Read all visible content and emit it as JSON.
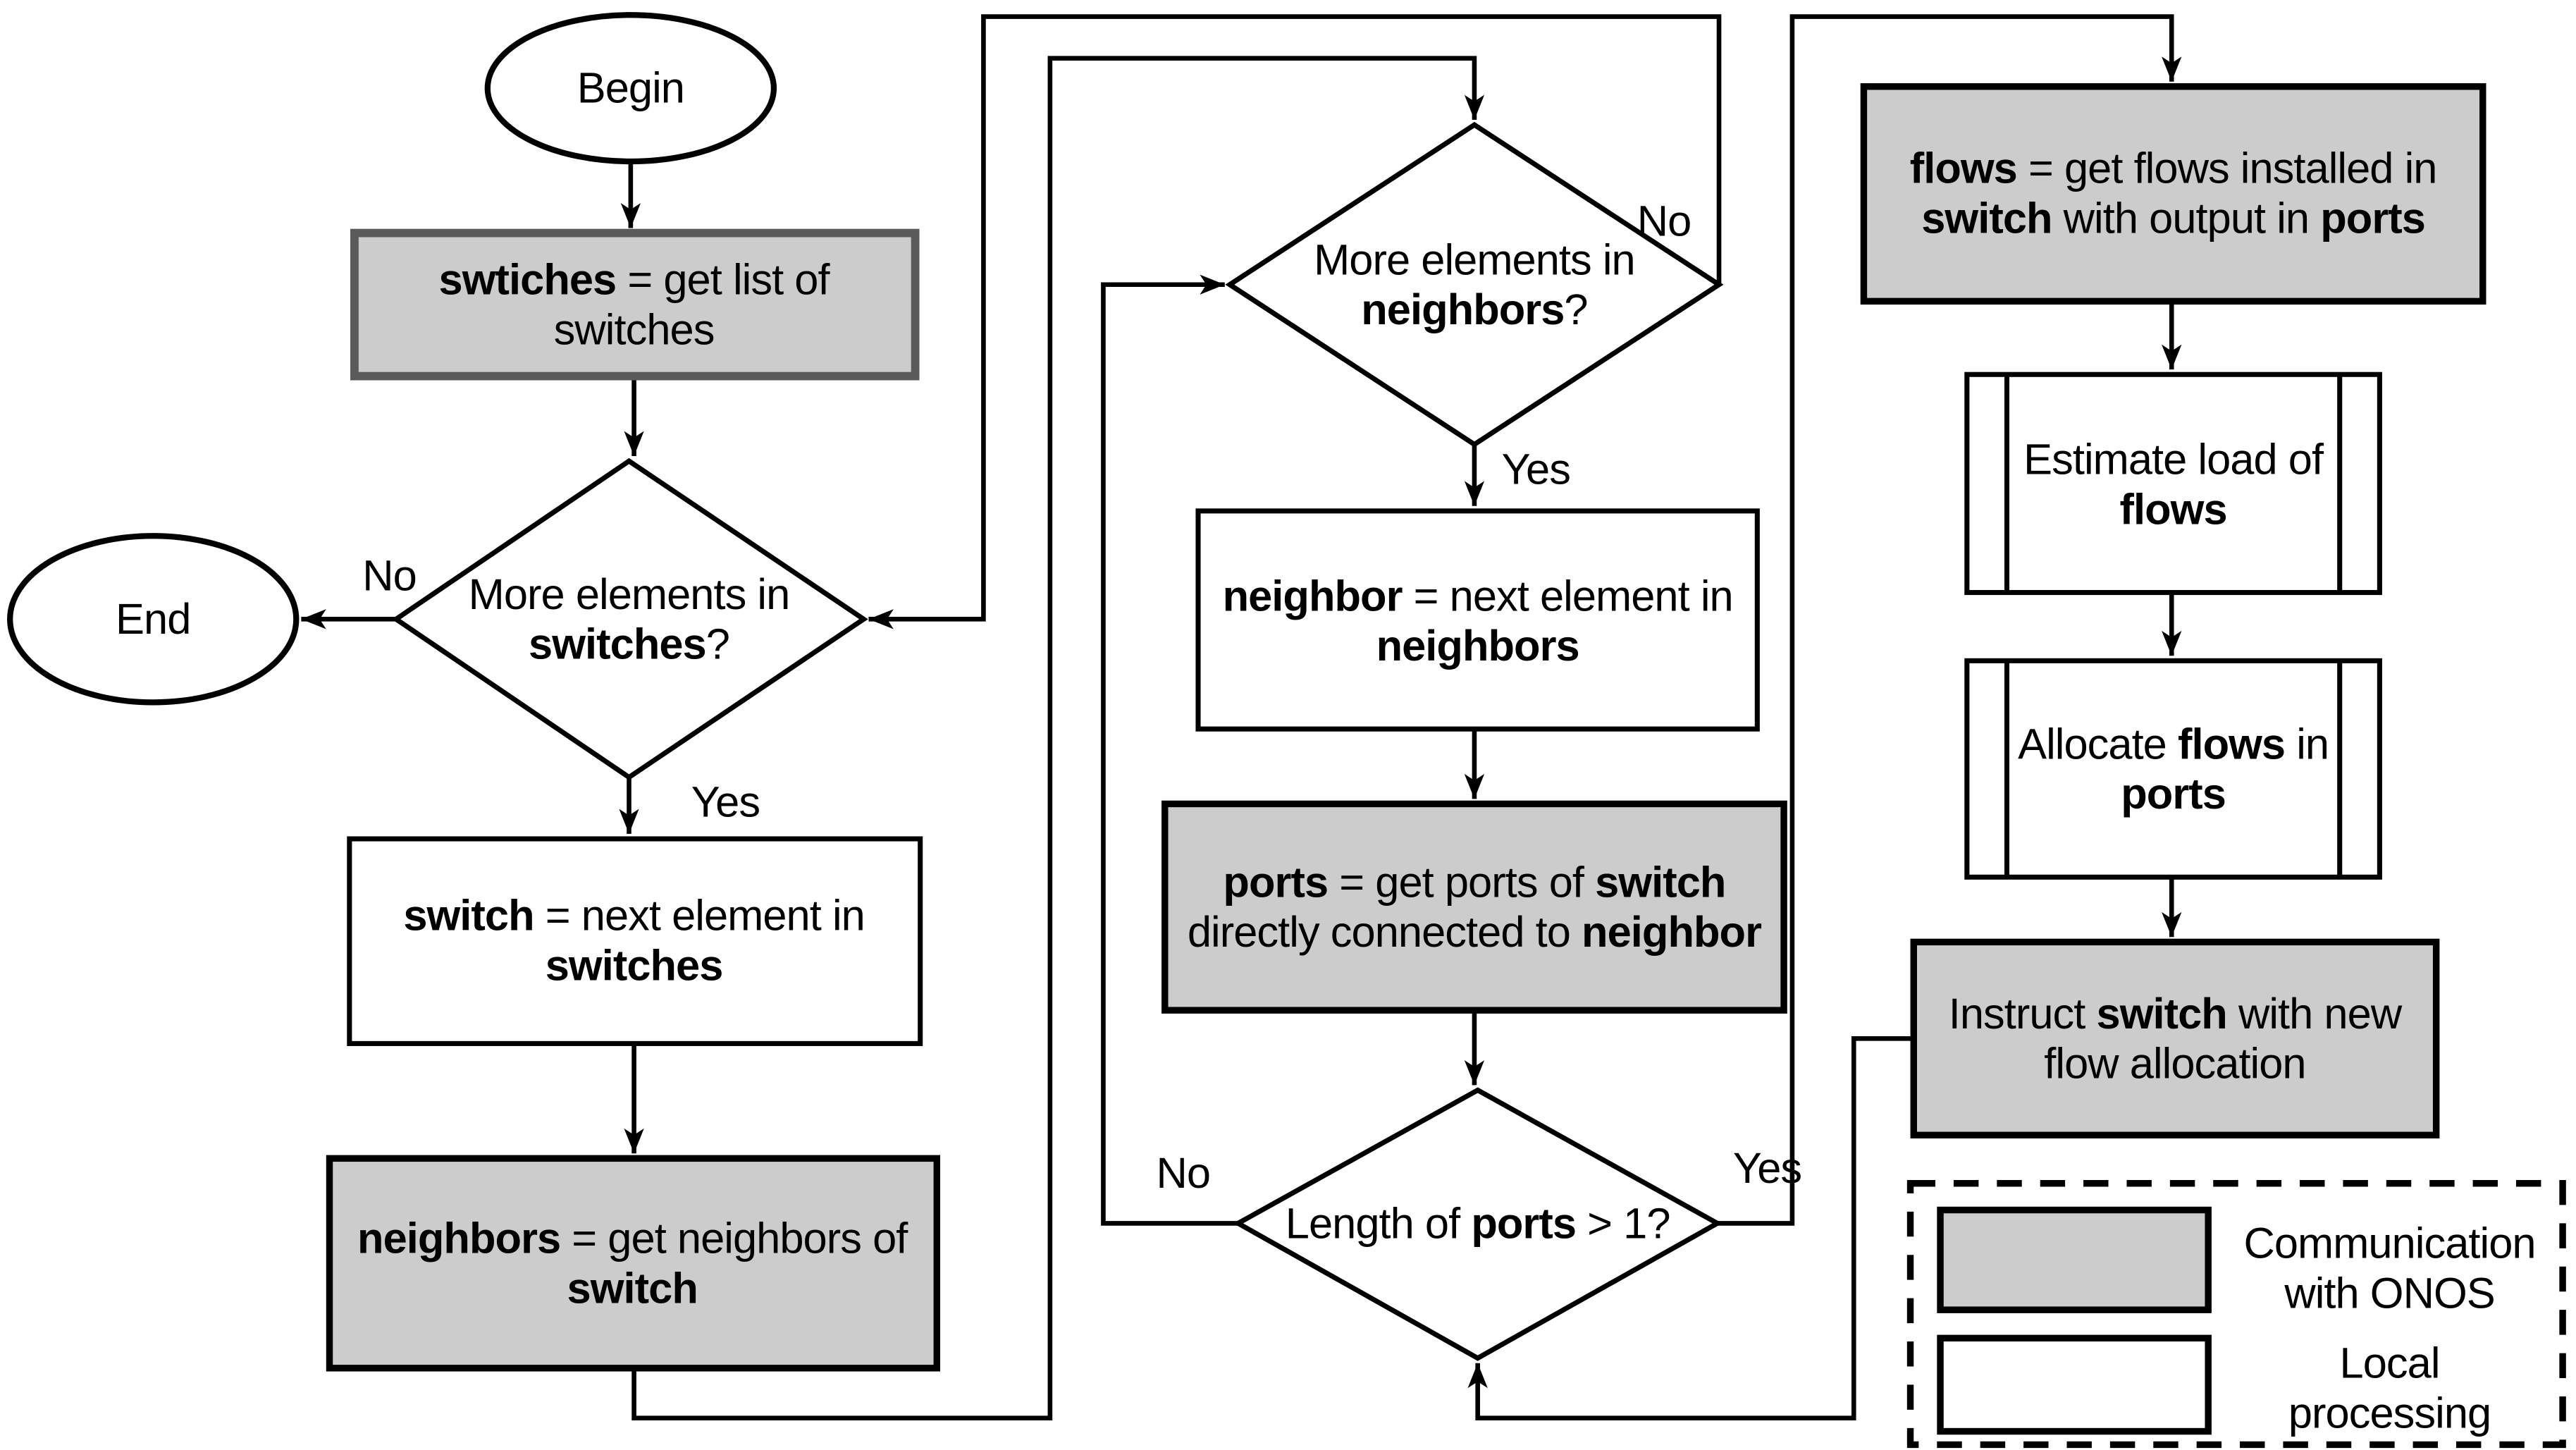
{
  "diagram": {
    "title": "ONOS flow reallocation algorithm flowchart",
    "colors": {
      "onos_fill": "#cccccc",
      "local_fill": "#ffffff",
      "line": "#000000",
      "background": "#ffffff"
    },
    "nodes": {
      "begin": {
        "label": "Begin",
        "shape": "terminator"
      },
      "end": {
        "label": "End",
        "shape": "terminator"
      },
      "get_switches": {
        "shape": "process-onos",
        "lines": [
          [
            {
              "t": "swtiches",
              "b": true
            },
            {
              "t": " = get list of"
            }
          ],
          [
            {
              "t": "switches"
            }
          ]
        ]
      },
      "more_switches": {
        "shape": "decision",
        "lines": [
          [
            {
              "t": "More elements in"
            }
          ],
          [
            {
              "t": "switches",
              "b": true
            },
            {
              "t": "?"
            }
          ]
        ]
      },
      "next_switch": {
        "shape": "process-local",
        "lines": [
          [
            {
              "t": "switch",
              "b": true
            },
            {
              "t": " = next element in"
            }
          ],
          [
            {
              "t": "switches",
              "b": true
            }
          ]
        ]
      },
      "get_neighbors": {
        "shape": "process-onos",
        "lines": [
          [
            {
              "t": "neighbors",
              "b": true
            },
            {
              "t": " = get neighbors of"
            }
          ],
          [
            {
              "t": "switch",
              "b": true
            }
          ]
        ]
      },
      "more_neighbors": {
        "shape": "decision",
        "lines": [
          [
            {
              "t": "More elements in"
            }
          ],
          [
            {
              "t": "neighbors",
              "b": true
            },
            {
              "t": "?"
            }
          ]
        ]
      },
      "next_neighbor": {
        "shape": "process-local",
        "lines": [
          [
            {
              "t": "neighbor",
              "b": true
            },
            {
              "t": " = next element in"
            }
          ],
          [
            {
              "t": "neighbors",
              "b": true
            }
          ]
        ]
      },
      "get_ports": {
        "shape": "process-onos",
        "lines": [
          [
            {
              "t": "ports",
              "b": true
            },
            {
              "t": " = get ports of "
            },
            {
              "t": "switch",
              "b": true
            }
          ],
          [
            {
              "t": "directly connected to "
            },
            {
              "t": "neighbor",
              "b": true
            }
          ]
        ]
      },
      "ports_gt_1": {
        "shape": "decision",
        "lines": [
          [
            {
              "t": "Length of "
            },
            {
              "t": "ports",
              "b": true
            },
            {
              "t": " > 1?"
            }
          ]
        ]
      },
      "get_flows": {
        "shape": "process-onos",
        "lines": [
          [
            {
              "t": "flows",
              "b": true
            },
            {
              "t": " = get flows installed in"
            }
          ],
          [
            {
              "t": "switch",
              "b": true
            },
            {
              "t": " with output in "
            },
            {
              "t": "ports",
              "b": true
            }
          ]
        ]
      },
      "estimate_load": {
        "shape": "subroutine-local",
        "lines": [
          [
            {
              "t": "Estimate load of"
            }
          ],
          [
            {
              "t": "flows",
              "b": true
            }
          ]
        ]
      },
      "allocate_flows": {
        "shape": "subroutine-local",
        "lines": [
          [
            {
              "t": "Allocate "
            },
            {
              "t": "flows",
              "b": true
            },
            {
              "t": " in"
            }
          ],
          [
            {
              "t": "ports",
              "b": true
            }
          ]
        ]
      },
      "instruct_switch": {
        "shape": "process-onos",
        "lines": [
          [
            {
              "t": "Instruct "
            },
            {
              "t": "switch",
              "b": true
            },
            {
              "t": " with new"
            }
          ],
          [
            {
              "t": "flow allocation"
            }
          ]
        ]
      }
    },
    "edge_labels": {
      "switches_no": "No",
      "switches_yes": "Yes",
      "neighbors_no": "No",
      "neighbors_yes": "Yes",
      "ports_no": "No",
      "ports_yes": "Yes"
    },
    "legend": {
      "onos": {
        "lines": [
          [
            {
              "t": "Communication"
            }
          ],
          [
            {
              "t": "with ONOS"
            }
          ]
        ]
      },
      "local": {
        "lines": [
          [
            {
              "t": "Local"
            }
          ],
          [
            {
              "t": "processing"
            }
          ]
        ]
      }
    }
  }
}
